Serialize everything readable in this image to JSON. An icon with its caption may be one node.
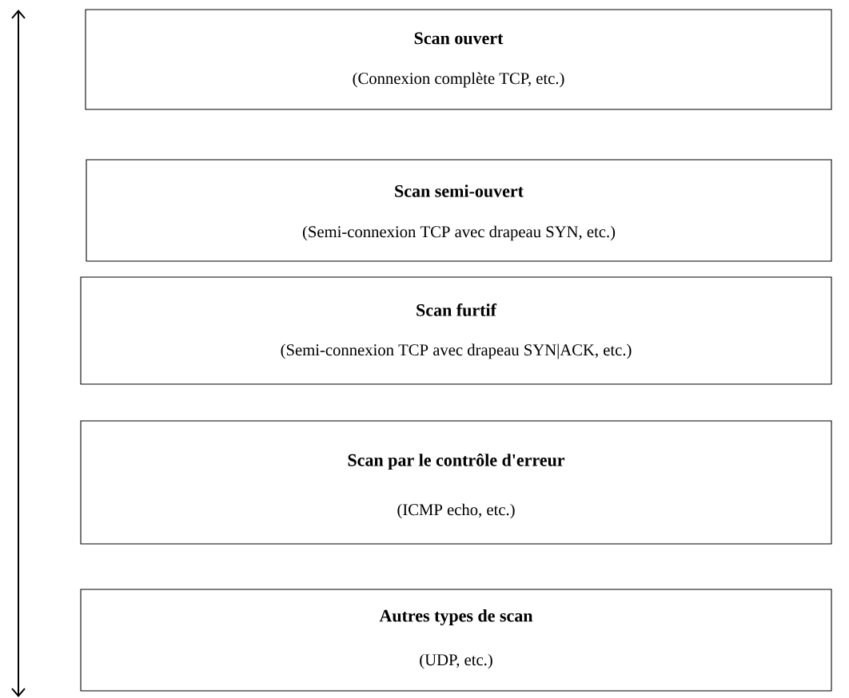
{
  "diagram": {
    "nodes": [
      {
        "text": [
          "Scan ouvert",
          "(Connexion complète TCP, etc.)"
        ]
      },
      {
        "text": [
          "Scan semi-ouvert",
          "(Semi-connexion TCP avec drapeau SYN, etc.)"
        ]
      },
      {
        "text": [
          "Scan furtif",
          "(Semi-connexion TCP avec drapeau SYN|ACK, etc.)"
        ]
      },
      {
        "text": [
          "Scan par le contrôle d'erreur",
          "(ICMP echo, etc.)"
        ]
      },
      {
        "text": [
          "Autres types de scan",
          "(UDP, etc.)"
        ]
      }
    ]
  }
}
